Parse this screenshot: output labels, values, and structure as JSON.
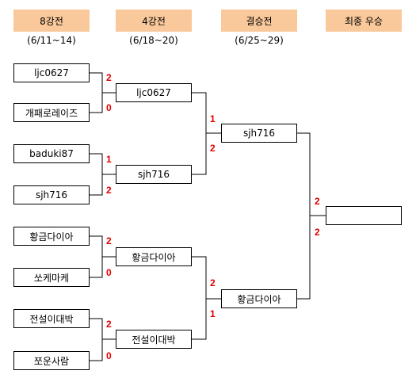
{
  "rounds": [
    {
      "label": "8강전",
      "dates": "(6/11~14)"
    },
    {
      "label": "4강전",
      "dates": "(6/18~20)"
    },
    {
      "label": "결승전",
      "dates": "(6/25~29)"
    },
    {
      "label": "최종 우승",
      "dates": ""
    }
  ],
  "round1": {
    "players": [
      "ljc0627",
      "개패로레이즈",
      "baduki87",
      "sjh716",
      "황금다이아",
      "쏘케마케",
      "전설이대박",
      "쪼운사람"
    ],
    "scores": [
      "2",
      "0",
      "1",
      "2",
      "2",
      "0",
      "2",
      "0"
    ]
  },
  "round2": {
    "players": [
      "ljc0627",
      "sjh716",
      "황금다이아",
      "전설이대박"
    ],
    "scores": [
      "1",
      "2",
      "2",
      "1"
    ]
  },
  "round3": {
    "players": [
      "sjh716",
      "황금다이아"
    ],
    "scores": [
      "2",
      "2"
    ]
  },
  "champion": {
    "name": ""
  },
  "colors": {
    "header_bg": "#f9c99b",
    "score": "#e00000",
    "line": "#000000"
  }
}
